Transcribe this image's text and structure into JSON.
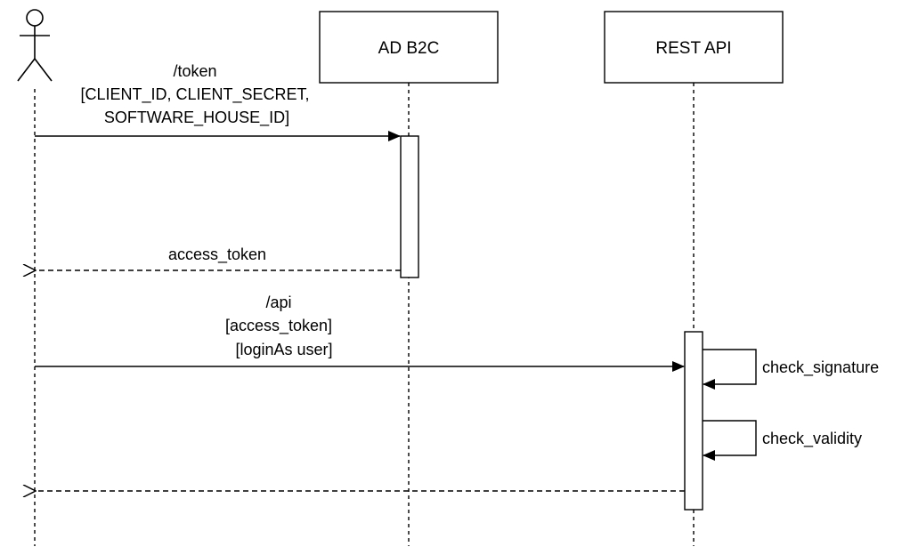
{
  "participants": {
    "actor": {
      "icon": "actor-stick-figure-icon"
    },
    "ad_b2c": {
      "label": "AD B2C"
    },
    "rest_api": {
      "label": "REST API"
    }
  },
  "messages": {
    "token_request": {
      "lines": [
        "/token",
        "[CLIENT_ID, CLIENT_SECRET,",
        "SOFTWARE_HOUSE_ID]"
      ]
    },
    "token_response": {
      "label": "access_token"
    },
    "api_request": {
      "lines": [
        "/api",
        "[access_token]",
        "[loginAs user]"
      ]
    },
    "check_signature": {
      "label": "check_signature"
    },
    "check_validity": {
      "label": "check_validity"
    }
  },
  "colors": {
    "stroke": "#000000",
    "background": "#ffffff"
  }
}
